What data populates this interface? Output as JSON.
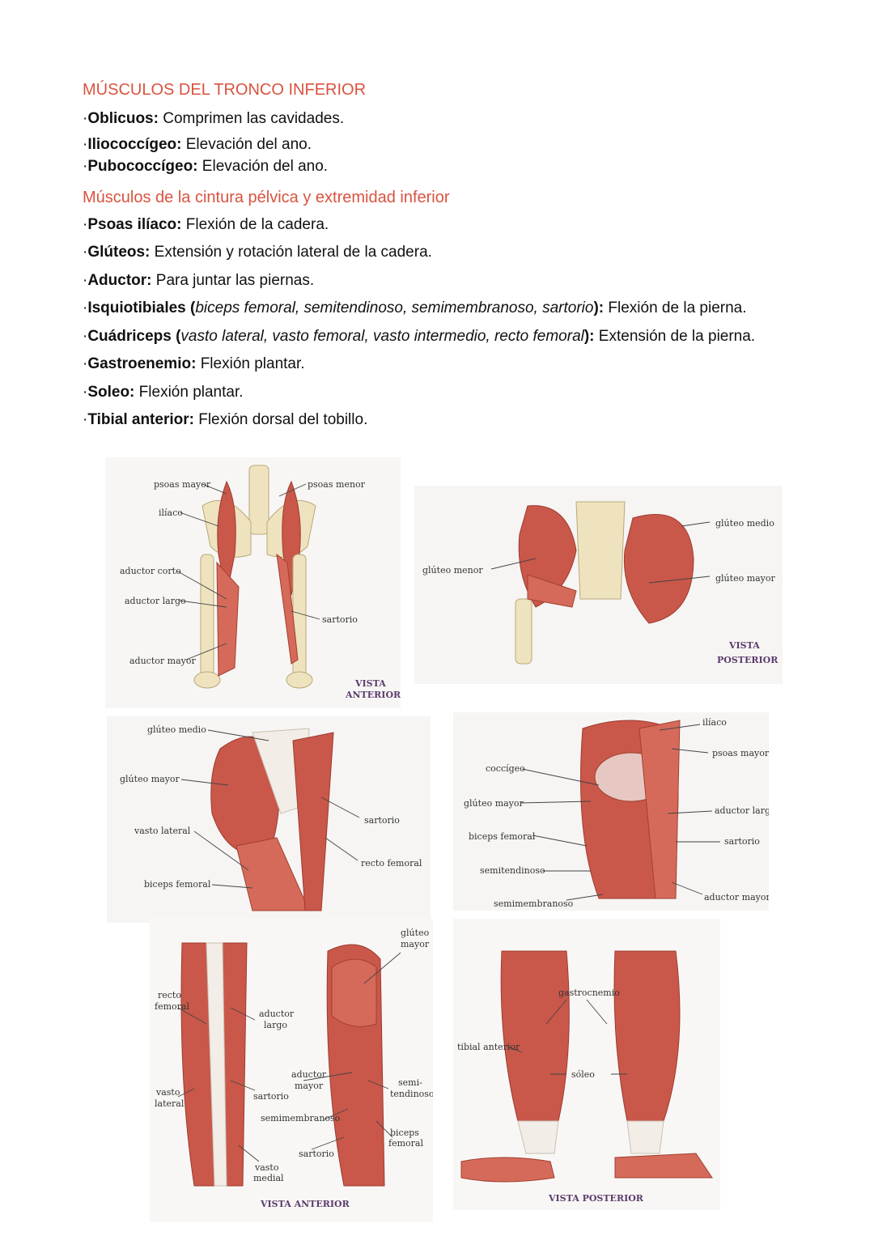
{
  "section1": {
    "title": "MÚSCULOS DEL TRONCO INFERIOR",
    "items": [
      {
        "name": "Oblicuos:",
        "desc": "Comprimen las cavidades."
      },
      {
        "name": "Iliococcígeo:",
        "desc": "Elevación del ano."
      },
      {
        "name": "Pubococcígeo:",
        "desc": "Elevación del ano."
      }
    ]
  },
  "section2": {
    "title": "Músculos de la cintura pélvica y extremidad inferior",
    "items": [
      {
        "name": "Psoas ilíaco:",
        "desc": "Flexión de la cadera."
      },
      {
        "name": "Glúteos:",
        "desc": "Extensión y rotación lateral de la cadera."
      },
      {
        "name": "Aductor:",
        "desc": "Para juntar las piernas."
      },
      {
        "name": "Isquiotibiales (",
        "sub": "biceps femoral, semitendinoso, semimembranoso, sartorio",
        "close": "):",
        "desc": "Flexión de la pierna."
      },
      {
        "name": "Cuádriceps (",
        "sub": "vasto lateral, vasto femoral, vasto intermedio, recto femoral",
        "close": "):",
        "desc": "Extensión de la pierna."
      },
      {
        "name": "Gastroenemio:",
        "desc": "Flexión plantar."
      },
      {
        "name": "Soleo:",
        "desc": "Flexión plantar."
      },
      {
        "name": "Tibial anterior:",
        "desc": "Flexión dorsal del tobillo."
      }
    ]
  },
  "figures": {
    "fig1": {
      "labels": {
        "psoas_mayor": "psoas mayor",
        "psoas_menor": "psoas menor",
        "iliaco": "ilíaco",
        "aductor_corto": "aductor corto",
        "aductor_largo": "aductor largo",
        "sartorio": "sartorio",
        "aductor_mayor": "aductor mayor"
      },
      "view1": "VISTA",
      "view2": "ANTERIOR"
    },
    "fig2": {
      "labels": {
        "gluteo_medio": "glúteo medio",
        "gluteo_menor": "glúteo menor",
        "gluteo_mayor": "glúteo mayor"
      },
      "view1": "VISTA",
      "view2": "POSTERIOR"
    },
    "fig3": {
      "labels": {
        "gluteo_medio": "glúteo medio",
        "gluteo_mayor": "glúteo mayor",
        "vasto_lateral": "vasto lateral",
        "sartorio": "sartorio",
        "recto_femoral": "recto femoral",
        "biceps_femoral": "biceps femoral"
      }
    },
    "fig4": {
      "labels": {
        "iliaco": "ilíaco",
        "psoas_mayor": "psoas mayor",
        "coccigeo": "coccígeo",
        "gluteo_mayor": "glúteo mayor",
        "aductor_largo": "aductor largo",
        "biceps_femoral": "biceps femoral",
        "sartorio": "sartorio",
        "semitendinoso": "semitendinoso",
        "semimembranoso": "semimembranoso",
        "aductor_mayor": "aductor mayor"
      }
    },
    "fig5": {
      "labels": {
        "recto": "recto",
        "femoral": "femoral",
        "aductor": "aductor",
        "largo": "largo",
        "gluteo": "glúteo",
        "mayor": "mayor",
        "aductor2": "aductor",
        "mayor2": "mayor",
        "vasto": "vasto",
        "lateral": "lateral",
        "sartorio": "sartorio",
        "semi": "semi-",
        "tendinoso": "tendinoso",
        "semimembranoso": "semimembranoso",
        "biceps": "biceps",
        "femoral2": "femoral",
        "sartorio2": "sartorio",
        "vasto2": "vasto",
        "medial": "medial"
      },
      "view": "VISTA ANTERIOR"
    },
    "fig6": {
      "labels": {
        "gastrocnemio": "gastrocnemio",
        "tibial_anterior": "tibial anterior",
        "soleo": "sóleo"
      },
      "view": "VISTA POSTERIOR"
    }
  }
}
